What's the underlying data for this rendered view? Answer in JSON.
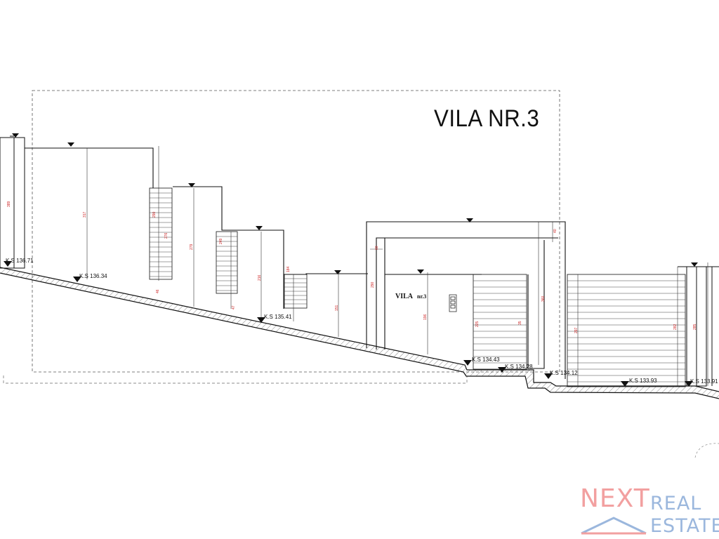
{
  "title": "VILA  NR.3",
  "inner_title": {
    "main": "VILA",
    "sub": "nr.3"
  },
  "levels": [
    {
      "id": "lv1",
      "text": "K.S 136.71"
    },
    {
      "id": "lv2",
      "text": "K.S 136.34"
    },
    {
      "id": "lv3",
      "text": "K.S 135.41"
    },
    {
      "id": "lv4",
      "text": "K.S 134.43"
    },
    {
      "id": "lv5",
      "text": "K.S 134.28"
    },
    {
      "id": "lv6",
      "text": "K.S 134.12"
    },
    {
      "id": "lv7",
      "text": "K.S 133.93"
    },
    {
      "id": "lv8",
      "text": "K.S 133.91"
    }
  ],
  "dimensions": [
    "389",
    "317",
    "290",
    "276",
    "279",
    "249",
    "216",
    "184",
    "151",
    "290",
    "196",
    "225",
    "35",
    "360",
    "297",
    "282",
    "285",
    "40",
    "60",
    "46",
    "47"
  ],
  "logo": {
    "next": "NEXT",
    "real": "REAL",
    "estate": "ESTATE"
  },
  "colors": {
    "line": "#111111",
    "dash": "#555555",
    "dim": "#cc2222",
    "logo_pink": "#f2a0a0",
    "logo_blue": "#9bb7dd"
  }
}
